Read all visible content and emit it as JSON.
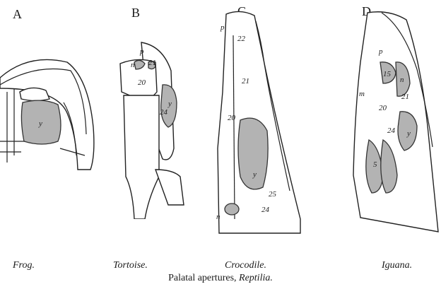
{
  "figure": {
    "caption_prefix": "Palatal apertures, ",
    "caption_taxon": "Reptilia.",
    "panels": [
      {
        "letter": "A",
        "species": "Frog."
      },
      {
        "letter": "B",
        "species": "Tortoise."
      },
      {
        "letter": "C",
        "species": "Crocodile."
      },
      {
        "letter": "D",
        "species": "Iguana."
      }
    ],
    "labels": {
      "A": [
        "y"
      ],
      "B": [
        "p",
        "n",
        "21",
        "20",
        "24",
        "y"
      ],
      "C": [
        "p",
        "22",
        "21",
        "20",
        "y",
        "25",
        "24",
        "n"
      ],
      "D": [
        "p",
        "15",
        "n",
        "21",
        "m",
        "20",
        "24",
        "y",
        "5"
      ]
    },
    "colors": {
      "aperture_fill": "#b3b3b3",
      "ink": "#222222"
    }
  }
}
